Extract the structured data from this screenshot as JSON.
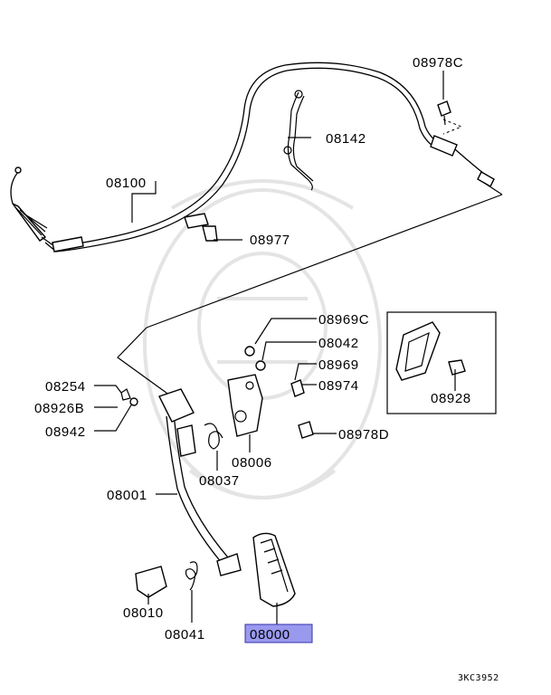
{
  "labels": {
    "p08978C": "08978C",
    "p08142": "08142",
    "p08100": "08100",
    "p08977": "08977",
    "p08969C": "08969C",
    "p08042": "08042",
    "p08969": "08969",
    "p08974": "08974",
    "p08928": "08928",
    "p08254": "08254",
    "p08926B": "08926B",
    "p08942": "08942",
    "p08978D": "08978D",
    "p08006": "08006",
    "p08037": "08037",
    "p08001": "08001",
    "p08010": "08010",
    "p08041": "08041",
    "p08000": "08000"
  },
  "diagram_code": "3KC3952",
  "highlight_color": "#9999ee"
}
